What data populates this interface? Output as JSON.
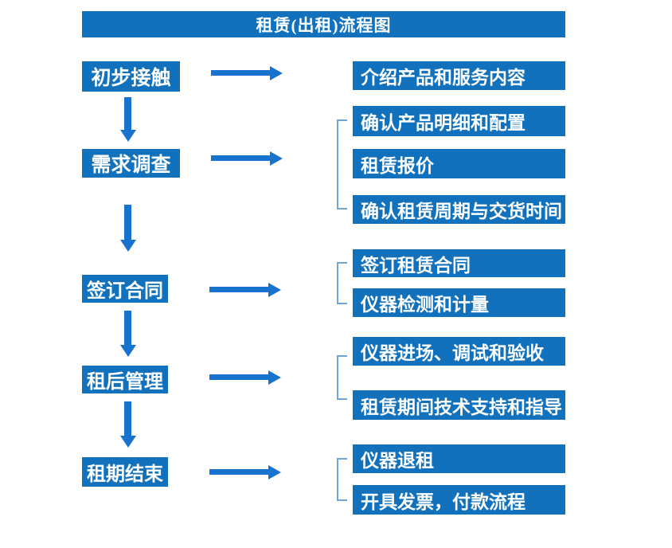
{
  "title": "租赁(出租)流程图",
  "colors": {
    "box_blue": "#1171BD",
    "arrow_blue": "#1773CE",
    "bracket_blue": "#6FA3DC",
    "text_white": "#FFFFFF",
    "background": "#FFFFFF"
  },
  "stages": [
    {
      "label": "初步接触",
      "outputs": [
        "介绍产品和服务内容"
      ]
    },
    {
      "label": "需求调查",
      "outputs": [
        "确认产品明细和配置",
        "租赁报价",
        "确认租赁周期与交货时间"
      ]
    },
    {
      "label": "签订合同",
      "outputs": [
        "签订租赁合同",
        "仪器检测和计量"
      ]
    },
    {
      "label": "租后管理",
      "outputs": [
        "仪器进场、调试和验收",
        "租赁期间技术支持和指导"
      ]
    },
    {
      "label": "租期结束",
      "outputs": [
        "仪器退租",
        "开具发票，付款流程"
      ]
    }
  ]
}
